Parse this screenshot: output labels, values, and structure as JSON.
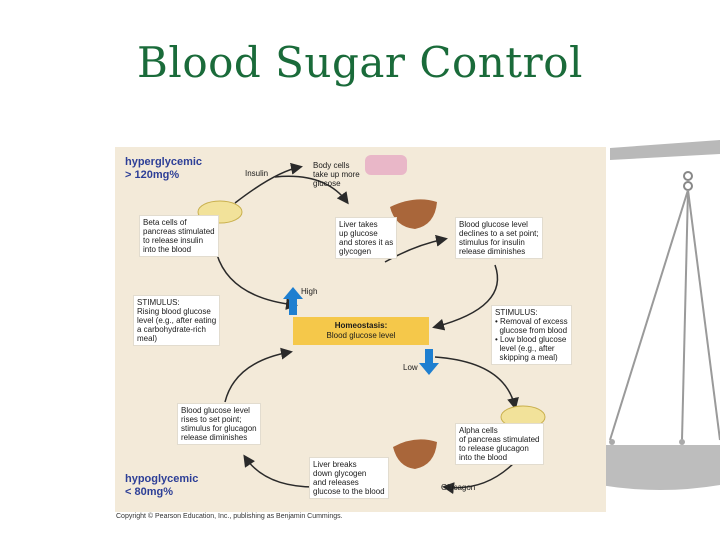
{
  "slide": {
    "title": "Blood Sugar Control"
  },
  "diagram": {
    "hyper_label": "hyperglycemic\n> 120mg%",
    "hypo_label": "hypoglycemic\n< 80mg%",
    "insulin_label": "Insulin",
    "glucagon_label": "Glucagon",
    "body_cells": "Body cells\ntake up more\nglucose",
    "liver_takes": "Liver takes\nup glucose\nand stores it as\nglycogen",
    "beta_cells": "Beta cells of\npancreas stimulated\nto release insulin\ninto the blood",
    "decline": "Blood glucose level\ndeclines to a set point;\nstimulus for insulin\nrelease diminishes",
    "stimulus_high": "STIMULUS:\nRising blood glucose\nlevel (e.g., after eating\na carbohydrate-rich\nmeal)",
    "high_label": "High",
    "homeostasis_title": "Homeostasis:",
    "homeostasis_sub": "Blood glucose level",
    "low_label": "Low",
    "stimulus_low": "STIMULUS:\n• Removal of excess\n  glucose from blood\n• Low blood glucose\n  level (e.g., after\n  skipping a meal)",
    "rises": "Blood glucose level\nrises to set point;\nstimulus for glucagon\nrelease diminishes",
    "alpha_cells": "Alpha cells\nof pancreas stimulated\nto release glucagon\ninto the blood",
    "liver_breaks": "Liver breaks\ndown glycogen\nand releases\nglucose to the blood",
    "copyright": "Copyright © Pearson Education, Inc., publishing as Benjamin Cummings."
  },
  "colors": {
    "title": "#1a6b3a",
    "hyper": "#2d3f97",
    "arrow": "#2a2a2a",
    "homeostasis": "#f5c84a",
    "up_arrow": "#1e7fd0"
  }
}
